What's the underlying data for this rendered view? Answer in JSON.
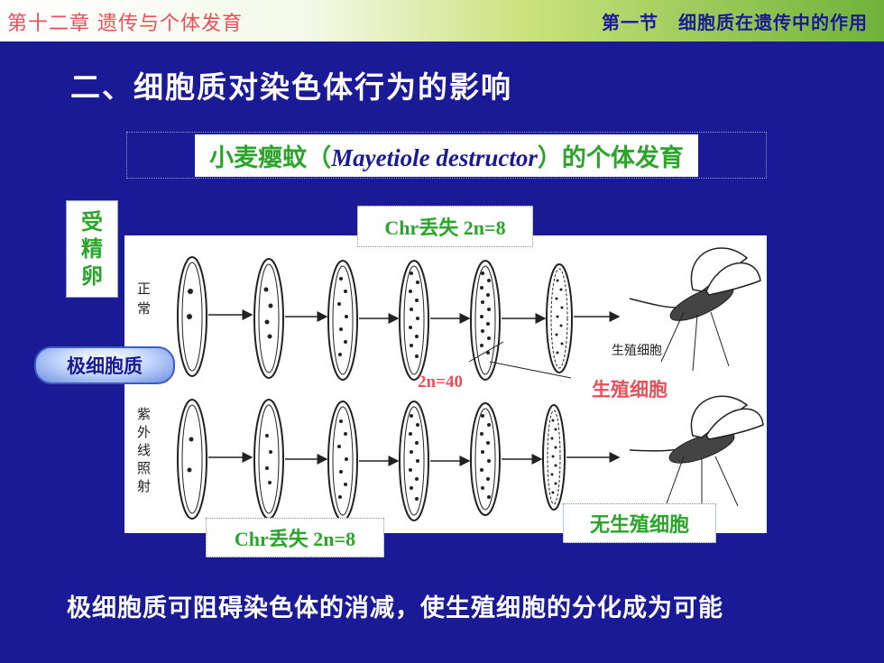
{
  "header": {
    "chapter": "第十二章  遗传与个体发育",
    "section_no": "第一节",
    "section_title": "细胞质在遗传中的作用"
  },
  "slide": {
    "title": "二、细胞质对染色体行为的影响",
    "subtitle_pre": "小麦瘿蚊（",
    "subtitle_latin": "Mayetiole destructor",
    "subtitle_post": "）的个体发育",
    "side_label": [
      "受",
      "精",
      "卵"
    ],
    "pole_plasm": "极细胞质",
    "chr_loss_top": "Chr丢失 2n=8",
    "chr_loss_bottom": "Chr丢失 2n=8",
    "two_n_40": "2n=40",
    "germ_cell": "生殖细胞",
    "no_germ_cell": "无生殖细胞",
    "conclusion": "极细胞质可阻碍染色体的消减，使生殖细胞的分化成为可能"
  },
  "diagram": {
    "row1_label": [
      "正",
      "常"
    ],
    "row2_label": [
      "紫",
      "外",
      "线",
      "照",
      "射"
    ],
    "germ_cell_caption": "生殖细胞"
  },
  "colors": {
    "background": "#1a1a96",
    "green_text": "#2aa52a",
    "red_text": "#e8505a"
  }
}
